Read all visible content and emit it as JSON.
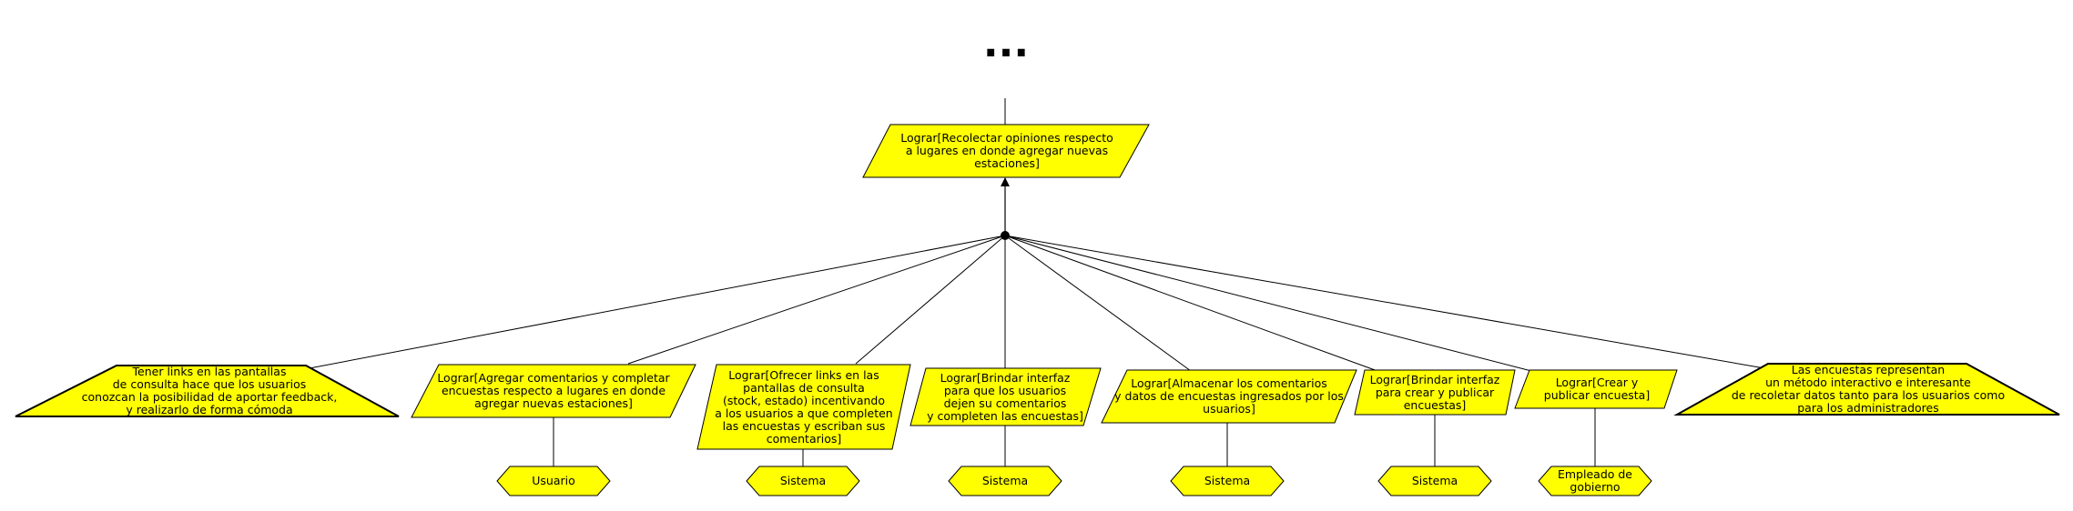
{
  "colors": {
    "fill": "#ffff00",
    "stroke": "#000000",
    "background": "#ffffff"
  },
  "continuation": "...",
  "root_goal": {
    "text": "Lograr[Recolectar opiniones respecto\na lugares en donde agregar nuevas\nestaciones]",
    "shape": "parallelogram"
  },
  "subgoals": [
    {
      "id": "obstacle-1",
      "shape": "trapezoid",
      "text": "Tener links en las pantallas\nde consulta hace que los usuarios\nconozcan la posibilidad de aportar feedback,\ny realizarlo de forma cómoda"
    },
    {
      "id": "goal-1",
      "shape": "parallelogram",
      "text": "Lograr[Agregar comentarios y completar\nencuestas respecto a lugares en donde\nagregar nuevas estaciones]",
      "agent": "Usuario"
    },
    {
      "id": "goal-2",
      "shape": "parallelogram",
      "text": "Lograr[Ofrecer links en las\npantallas de consulta\n(stock, estado) incentivando\na los usuarios a que completen\nlas encuestas y escriban sus\ncomentarios]",
      "agent": "Sistema"
    },
    {
      "id": "goal-3",
      "shape": "parallelogram",
      "text": "Lograr[Brindar interfaz\npara que los usuarios\ndejen su comentarios\ny completen las encuestas]",
      "agent": "Sistema"
    },
    {
      "id": "goal-4",
      "shape": "parallelogram",
      "text": "Lograr[Almacenar los comentarios\ny datos de encuestas ingresados por los\nusuarios]",
      "agent": "Sistema"
    },
    {
      "id": "goal-5",
      "shape": "parallelogram",
      "text": "Lograr[Brindar interfaz\npara crear  y publicar\nencuestas]",
      "agent": "Sistema"
    },
    {
      "id": "goal-6",
      "shape": "parallelogram",
      "text": "Lograr[Crear y\npublicar encuesta]",
      "agent": "Empleado de\ngobierno"
    },
    {
      "id": "obstacle-2",
      "shape": "trapezoid",
      "text": "Las encuestas representan\nun método interactivo e interesante\nde recoletar datos tanto para los usuarios como\npara los administradores"
    }
  ]
}
